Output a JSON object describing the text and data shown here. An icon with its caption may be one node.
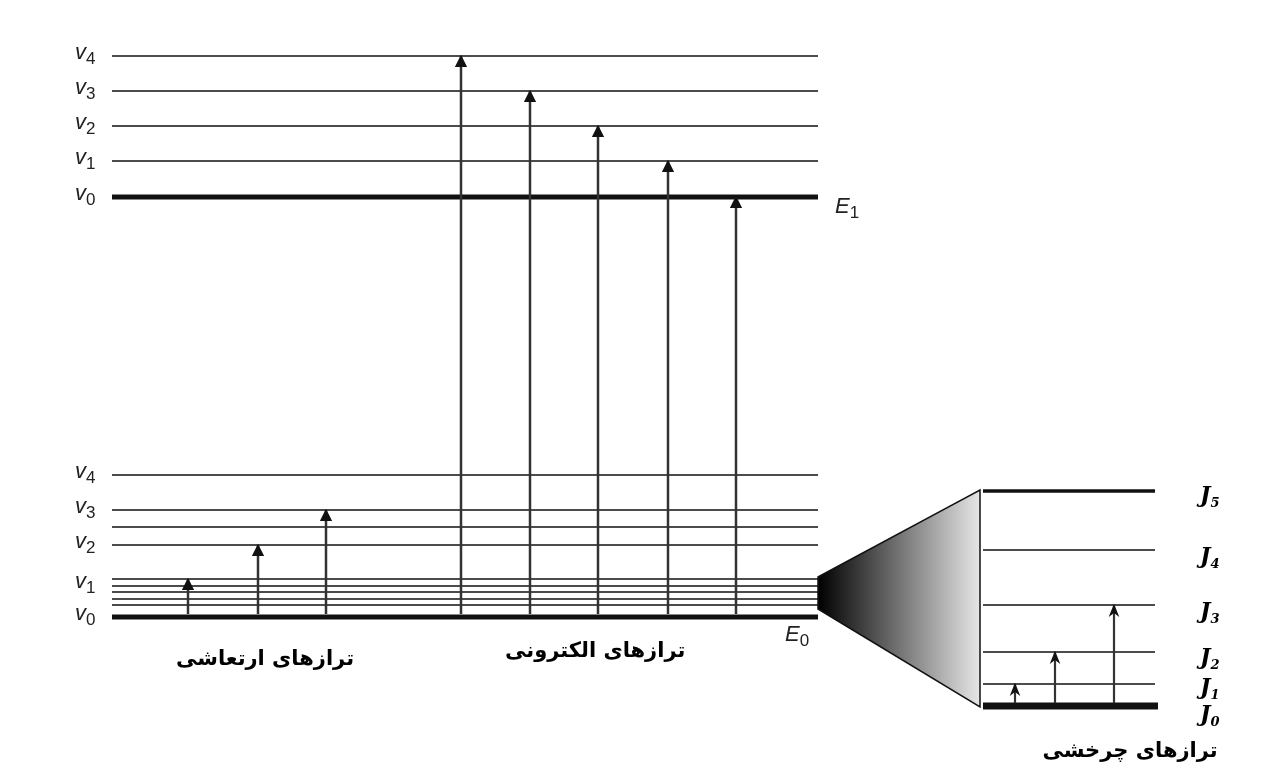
{
  "diagram": {
    "nodes": [
      {
        "text": [],
        "shape": "wedge"
      }
    ],
    "labels": [
      "*v*$_{4}$",
      "*v*$_{3}$",
      "*v*$_{2}$",
      "*v*$_{1}$",
      "*v*$_{0}$",
      "*E*$_{1}$",
      "*v*$_{4}$",
      "*v*$_{3}$",
      "*v*$_{2}$",
      "*v*$_{1}$",
      "*v*$_{0}$",
      "*E*$_{0}$",
      "ترازهای الکترونی",
      "ترازهای ارتعاشی",
      "J$_{5}$",
      "J$_{4}$",
      "J$_{3}$",
      "J$_{2}$",
      "J$_{1}$",
      "J$_{0}$",
      "ترازهای چرخشی"
    ]
  }
}
